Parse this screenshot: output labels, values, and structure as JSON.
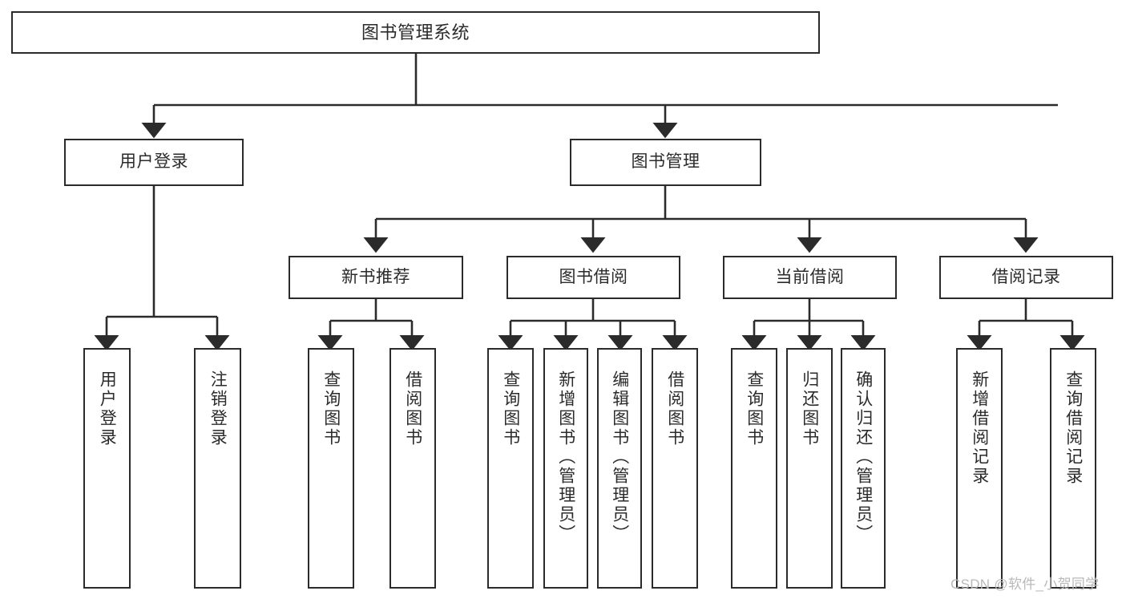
{
  "diagram": {
    "title": "图书管理系统",
    "type": "tree",
    "watermark": "CSDN @软件_小贺同学",
    "colors": {
      "stroke": "#2b2b2b",
      "fill": "#ffffff",
      "background": "#ffffff",
      "watermark": "#b9b9b9"
    },
    "root": {
      "label": "图书管理系统"
    },
    "level2": [
      {
        "label": "用户登录"
      },
      {
        "label": "图书管理"
      }
    ],
    "level3": [
      {
        "label": "新书推荐"
      },
      {
        "label": "图书借阅"
      },
      {
        "label": "当前借阅"
      },
      {
        "label": "借阅记录"
      }
    ],
    "leaves": {
      "user_login": [
        {
          "label": "用户登录"
        },
        {
          "label": "注销登录"
        }
      ],
      "new_book_recommend": [
        {
          "label": "查询图书"
        },
        {
          "label": "借阅图书"
        }
      ],
      "book_borrow": [
        {
          "label": "查询图书"
        },
        {
          "label": "新增图书（管理员）"
        },
        {
          "label": "编辑图书（管理员）"
        },
        {
          "label": "借阅图书"
        }
      ],
      "current_borrow": [
        {
          "label": "查询图书"
        },
        {
          "label": "归还图书"
        },
        {
          "label": "确认归还（管理员）"
        }
      ],
      "borrow_record": [
        {
          "label": "新增借阅记录"
        },
        {
          "label": "查询借阅记录"
        }
      ]
    }
  }
}
